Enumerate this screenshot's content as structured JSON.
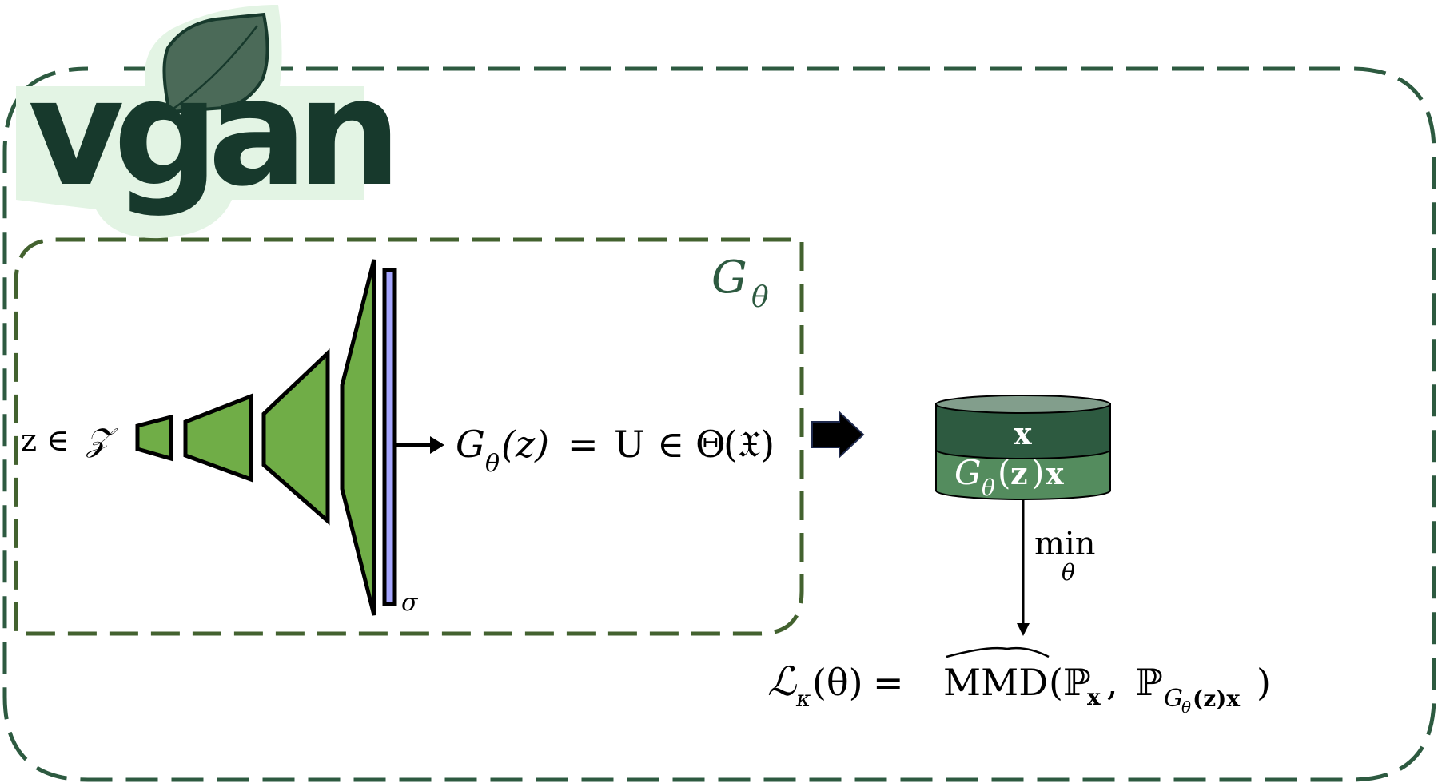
{
  "logo": {
    "text": "vgan",
    "leaf_icon": "leaf-icon",
    "text_color": "#17392c",
    "glow_color": "#e3f4e4",
    "leaf_color": "#4b6a58"
  },
  "generator": {
    "label_main": "G",
    "label_sub": "θ",
    "input": {
      "var": "z",
      "in": "∈",
      "space": "𝒵"
    },
    "output": {
      "g": "G",
      "g_sub": "θ",
      "arg": "(z)",
      "eq": "=",
      "u": "U",
      "in": "∈",
      "theta": "Θ",
      "space": "(𝔛)"
    },
    "activation_label": "σ",
    "layer_fill": "#70ad47",
    "sigma_fill": "#a6a6ff",
    "border_color": "#43622f"
  },
  "outer_border_color": "#2d5a40",
  "database": {
    "icon": "database-icon",
    "top_label": "x",
    "bottom_main": "G",
    "bottom_sub": "θ",
    "bottom_rest_open": "(",
    "bottom_rest_z": "z",
    "bottom_rest_close": ")",
    "bottom_rest_x": "x",
    "top_fill": "#2d5a40",
    "bottom_fill": "#548c5e",
    "lid_fill": "#829e8c"
  },
  "min": {
    "word": "min",
    "sub": "θ"
  },
  "loss": {
    "l": "ℒ",
    "l_sub": "κ",
    "arg": "(θ)",
    "eq": "=",
    "mmd": "MMD",
    "open": "(",
    "p1": "ℙ",
    "p1_sub": "x",
    "comma": ",",
    "p2": "ℙ",
    "p2_sub_g": "G",
    "p2_sub_theta": "θ",
    "p2_sub_rest": "(z)x",
    "close": ")"
  }
}
